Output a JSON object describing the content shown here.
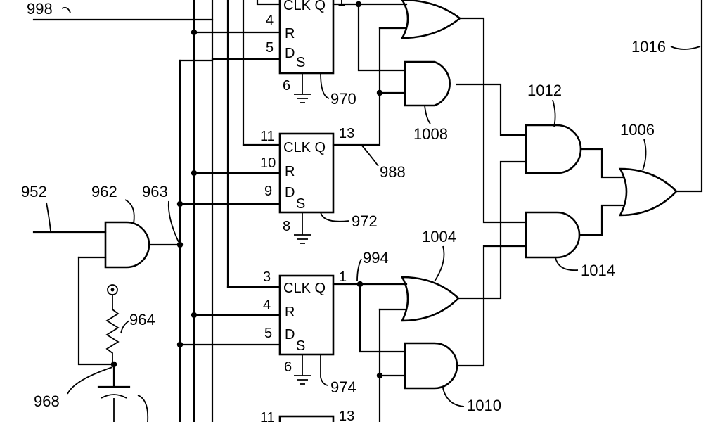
{
  "diagram": {
    "labels": {
      "r998": "998",
      "r1016": "1016",
      "r952": "952",
      "r962": "962",
      "r963": "963",
      "r964": "964",
      "r968": "968",
      "r970": "970",
      "r972": "972",
      "r974": "974",
      "r988": "988",
      "r994": "994",
      "r1004": "1004",
      "r1006": "1006",
      "r1008": "1008",
      "r1010": "1010",
      "r1012": "1012",
      "r1014": "1014"
    },
    "ff_text": {
      "clk_q": "CLK Q",
      "r": "R",
      "d": "D",
      "s": "S"
    },
    "pins": {
      "ff1_r": "4",
      "ff1_d": "5",
      "ff1_gnd": "6",
      "ff1_q": "1",
      "ff2_clk": "11",
      "ff2_r": "10",
      "ff2_d": "9",
      "ff2_gnd": "8",
      "ff2_q": "13",
      "ff3_clk": "3",
      "ff3_r": "4",
      "ff3_d": "5",
      "ff3_gnd": "6",
      "ff3_q": "1",
      "ff4_clk": "11",
      "ff4_q": "13"
    }
  }
}
